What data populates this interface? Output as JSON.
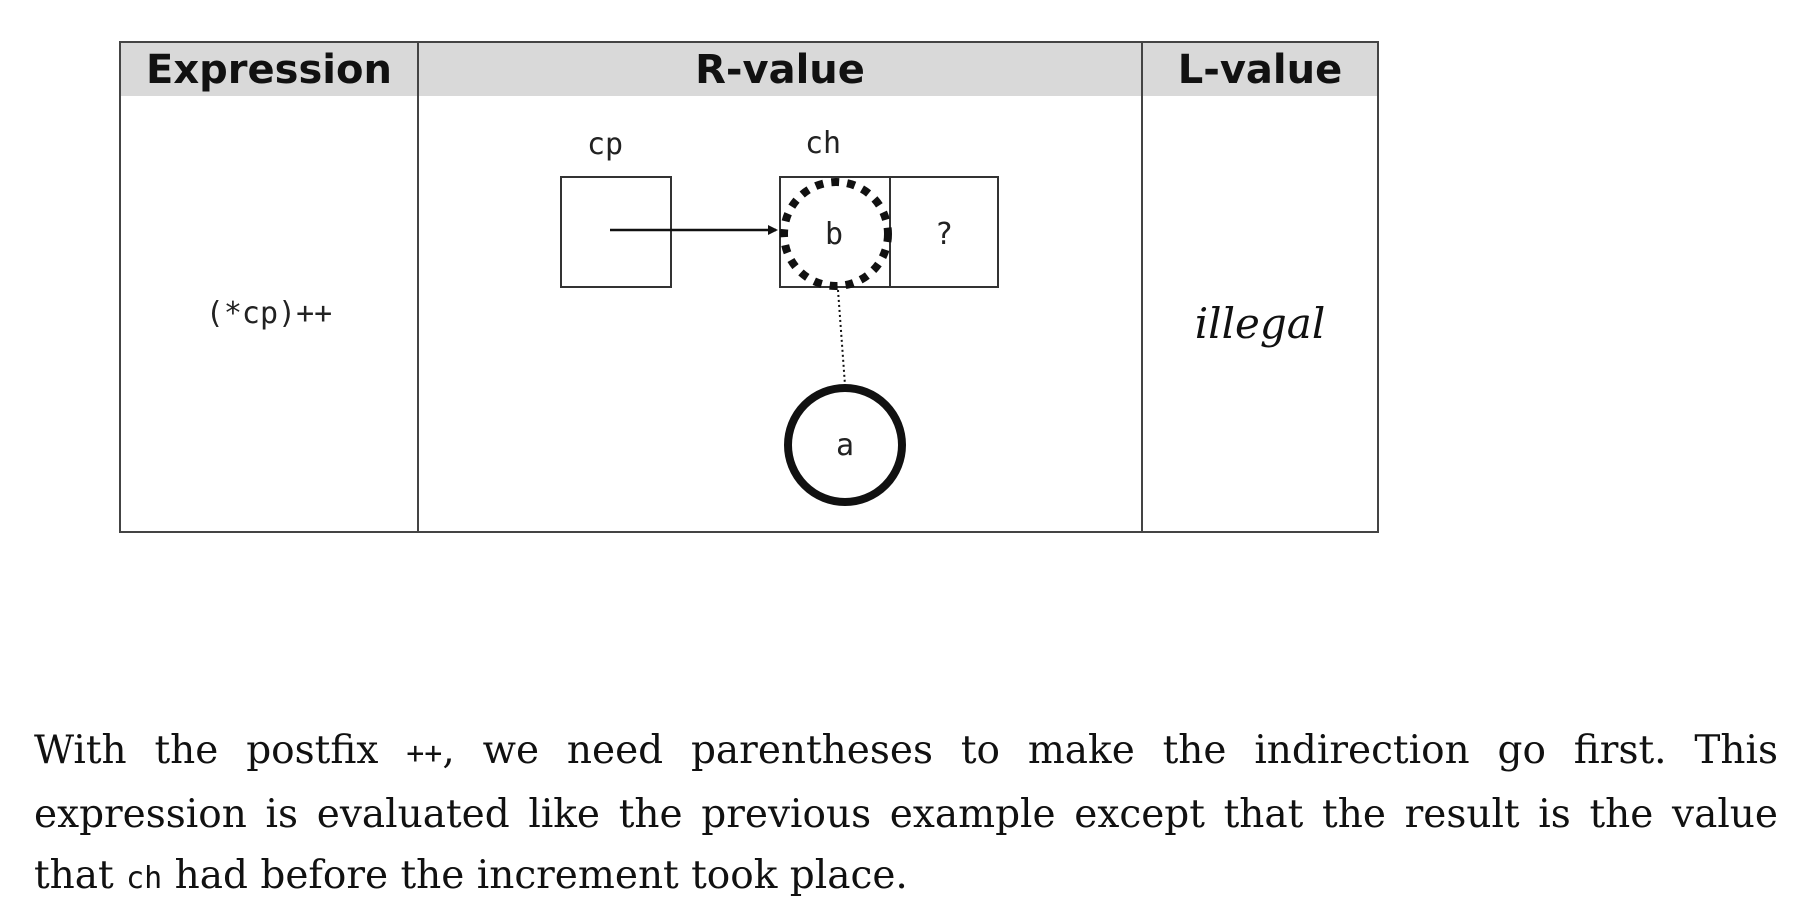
{
  "table": {
    "headers": [
      "Expression",
      "R-value",
      "L-value"
    ],
    "expression": "(*cp)++",
    "lvalue": "illegal",
    "diagram": {
      "cp_label": "cp",
      "ch_label": "ch",
      "ch_value": "b",
      "next_value": "?",
      "result_value": "a"
    }
  },
  "paragraph": {
    "part1": "With the postfix ",
    "code1": "++",
    "part2": ", we need parentheses to make the indirection go first. This expression is evaluated like the previous example except that the result is the value that ",
    "code2": "ch",
    "part3": " had before the increment took place."
  }
}
